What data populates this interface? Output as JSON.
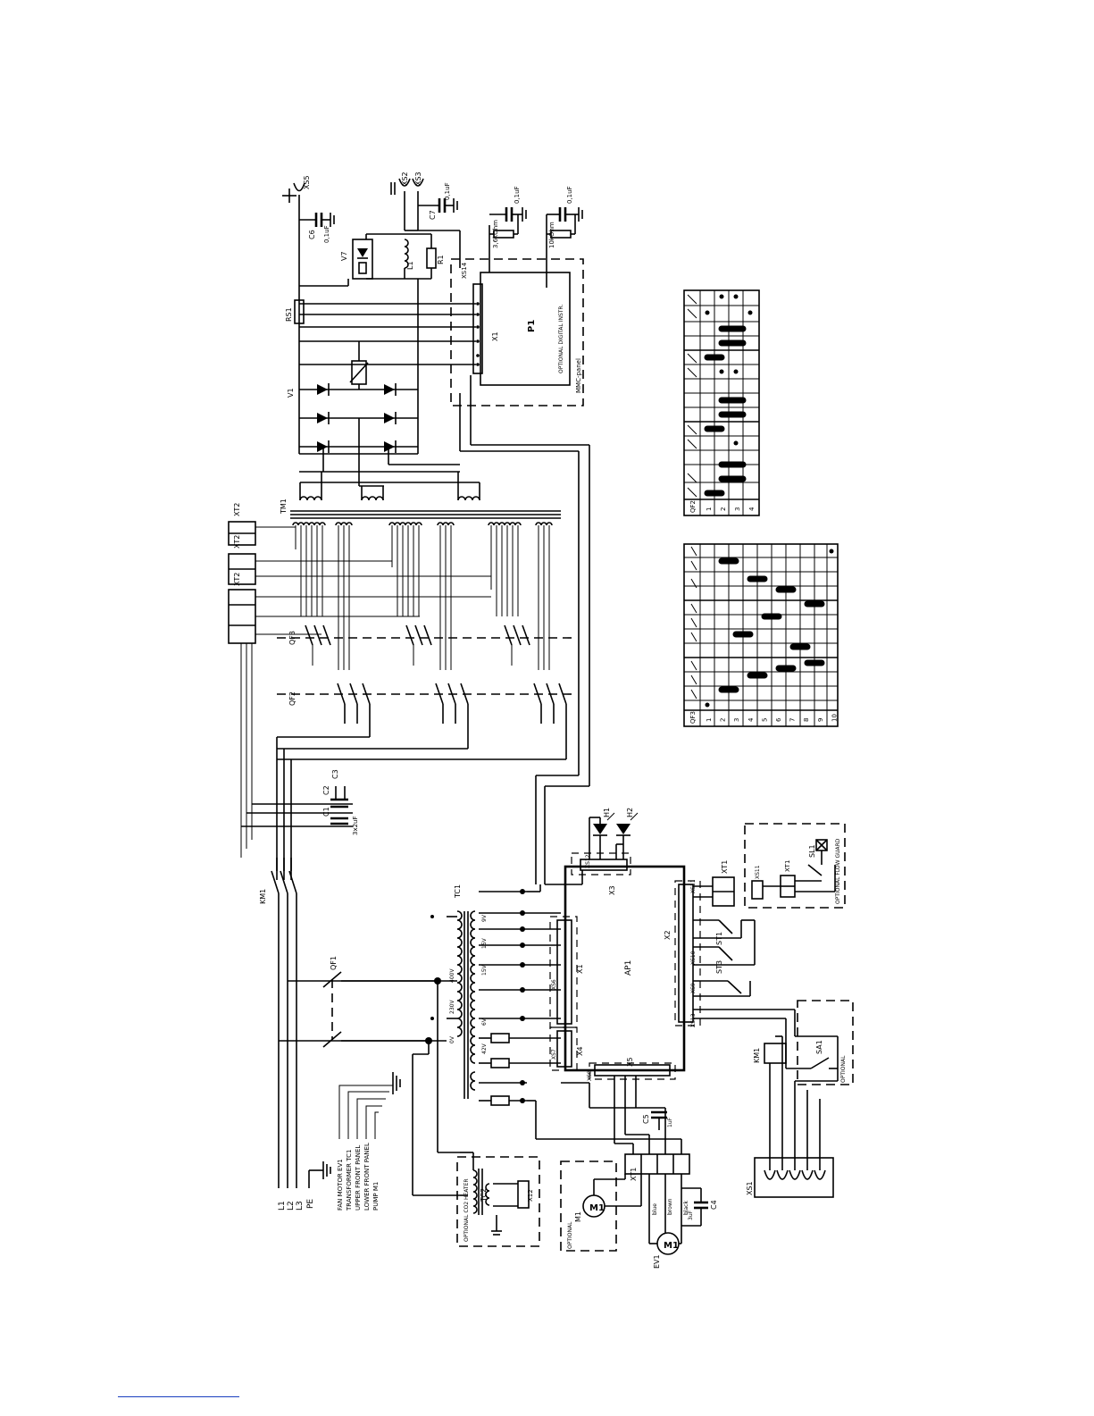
{
  "labels": {
    "xs5": "XS5",
    "xs2": "XS2",
    "xs3": "XS3",
    "c6": "C6",
    "c6_val": "0,1uF",
    "c7": "C7",
    "c7_val": "0,1uF",
    "cap_a_val": "0,1uF",
    "cap_b_val": "0,1uF",
    "res_a_val": "3,6kOhm",
    "res_b_val": "10kOhm",
    "v7": "V7",
    "l1": "L1",
    "r1": "R1",
    "rs1": "RS1",
    "v1": "V1",
    "xs14": "XS14",
    "x1_top": "X1",
    "p1": "P1",
    "p1_opt": "OPTIONAL DIGITAL INSTR.",
    "mmc": "MMC-panel",
    "tm1": "TM1",
    "xt2_a": "XT2",
    "xt2_b": "XT2",
    "xt2_c": "XT2",
    "qf3": "QF3",
    "qf2": "QF2",
    "c1": "C1",
    "c2": "C2",
    "c3": "C3",
    "c_val": "3x2uF",
    "km1": "KM1",
    "tc1": "TC1",
    "qf1": "QF1",
    "ap1": "AP1",
    "x3": "X3",
    "x2": "X2",
    "x4": "X4",
    "x5": "X5",
    "x1_ap": "X1",
    "xs12": "XS12",
    "xs11": "XS11",
    "xs10": "XS10",
    "xs9": "XS9",
    "xs13": "XS13",
    "xs6": "XS6",
    "xs7": "XS7",
    "xs8": "XS8",
    "h1": "H1",
    "h2": "H2",
    "st1": "ST1",
    "st3": "ST3",
    "xt1_a": "XT1",
    "xt1_b": "XT1",
    "xt1_c": "XT1",
    "sl1": "SL1",
    "flow_guard": "OPTIONAL FLOW GUARD",
    "sa1": "SA1",
    "sa1_box": "OPTIONAL",
    "km1_coil": "KM1",
    "xs1": "XS1",
    "c5": "C5",
    "c5_val": "1uF",
    "c4": "C4",
    "c4_val": "3uF",
    "m1": "M1",
    "ev1": "EV1",
    "m1_box": "OPTIONAL",
    "tc2": "TC2",
    "x12": "X12",
    "tc2_box": "OPTIONAL CO2 HEATER",
    "l1_in": "L1",
    "l2_in": "L2",
    "l3_in": "L3",
    "pe_in": "PE",
    "fan_motor": "FAN MOTOR EV1",
    "transformer": "TRANSFORMER TC1",
    "upper_panel": "UPPER FRONT PANEL",
    "lower_panel": "LOWER FRONT PANEL",
    "pump": "PUMP M1",
    "blue": "blue",
    "brown": "brown",
    "black": "black",
    "v0": "0V",
    "v230": "230V",
    "v400": "400V",
    "v42": "42V",
    "v15a": "15V",
    "v15b": "15V",
    "v9": "9V",
    "v6": "6V"
  },
  "qf2_table": {
    "title": "QF2",
    "rows": [
      "1",
      "2",
      "3",
      "4"
    ]
  },
  "qf3_table": {
    "title": "QF3",
    "rows": [
      "1",
      "2",
      "3",
      "4",
      "5",
      "6",
      "7",
      "8",
      "9",
      "10"
    ]
  }
}
